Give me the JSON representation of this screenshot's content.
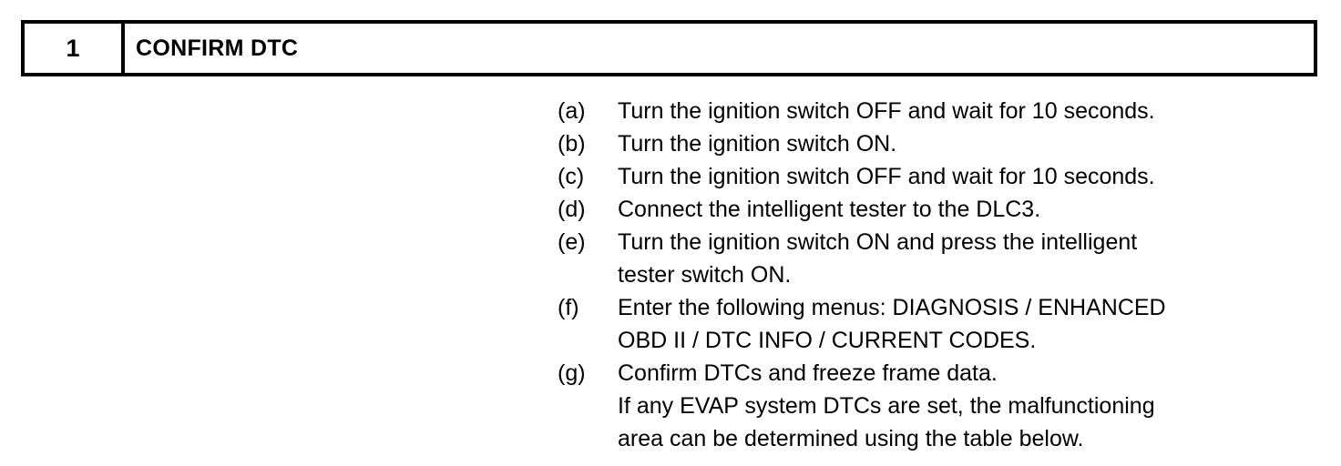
{
  "page": {
    "background_color": "#ffffff",
    "text_color": "#000000"
  },
  "step_header": {
    "number": "1",
    "title": "CONFIRM DTC"
  },
  "instructions": [
    {
      "marker": "(a)",
      "lines": [
        "Turn the ignition switch OFF and wait for 10 seconds."
      ]
    },
    {
      "marker": "(b)",
      "lines": [
        "Turn the ignition switch ON."
      ]
    },
    {
      "marker": "(c)",
      "lines": [
        "Turn the ignition switch OFF and wait for 10 seconds."
      ]
    },
    {
      "marker": "(d)",
      "lines": [
        "Connect the intelligent tester to the DLC3."
      ]
    },
    {
      "marker": "(e)",
      "lines": [
        "Turn the ignition switch ON and press the intelligent",
        "tester switch ON."
      ]
    },
    {
      "marker": "(f)",
      "lines": [
        "Enter the following menus: DIAGNOSIS / ENHANCED",
        "OBD II / DTC INFO / CURRENT CODES."
      ]
    },
    {
      "marker": "(g)",
      "lines": [
        "Confirm DTCs and freeze frame data.",
        "If any EVAP system DTCs are set, the malfunctioning",
        "area can be determined using the table below."
      ]
    }
  ]
}
